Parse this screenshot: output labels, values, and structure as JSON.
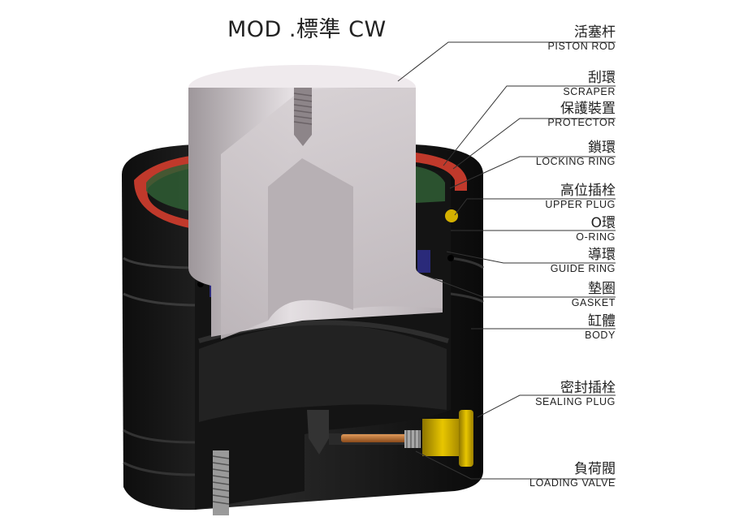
{
  "title": "MOD .標準 CW",
  "labels": [
    {
      "id": "piston-rod",
      "zh": "活塞杆",
      "en": "PISTON ROD"
    },
    {
      "id": "scraper",
      "zh": "刮環",
      "en": "SCRAPER"
    },
    {
      "id": "protector",
      "zh": "保護裝置",
      "en": "PROTECTOR"
    },
    {
      "id": "locking-ring",
      "zh": "鎖環",
      "en": "LOCKING RING"
    },
    {
      "id": "upper-plug",
      "zh": "高位插栓",
      "en": "UPPER PLUG"
    },
    {
      "id": "o-ring",
      "zh": "O環",
      "en": "O-RING"
    },
    {
      "id": "guide-ring",
      "zh": "導環",
      "en": "GUIDE RING"
    },
    {
      "id": "gasket",
      "zh": "墊圈",
      "en": "GASKET"
    },
    {
      "id": "body",
      "zh": "缸體",
      "en": "BODY"
    },
    {
      "id": "sealing-plug",
      "zh": "密封插栓",
      "en": "SEALING PLUG"
    },
    {
      "id": "loading-valve",
      "zh": "負荷閥",
      "en": "LOADING VALVE"
    }
  ],
  "colors": {
    "body": "#1c1c1c",
    "rod": "#cfc8cc",
    "scraper": "#c0392b",
    "protector": "#2f5d34",
    "guide_ring": "#2a2a7a",
    "plug": "#c9a800",
    "valve": "#b5651d"
  }
}
